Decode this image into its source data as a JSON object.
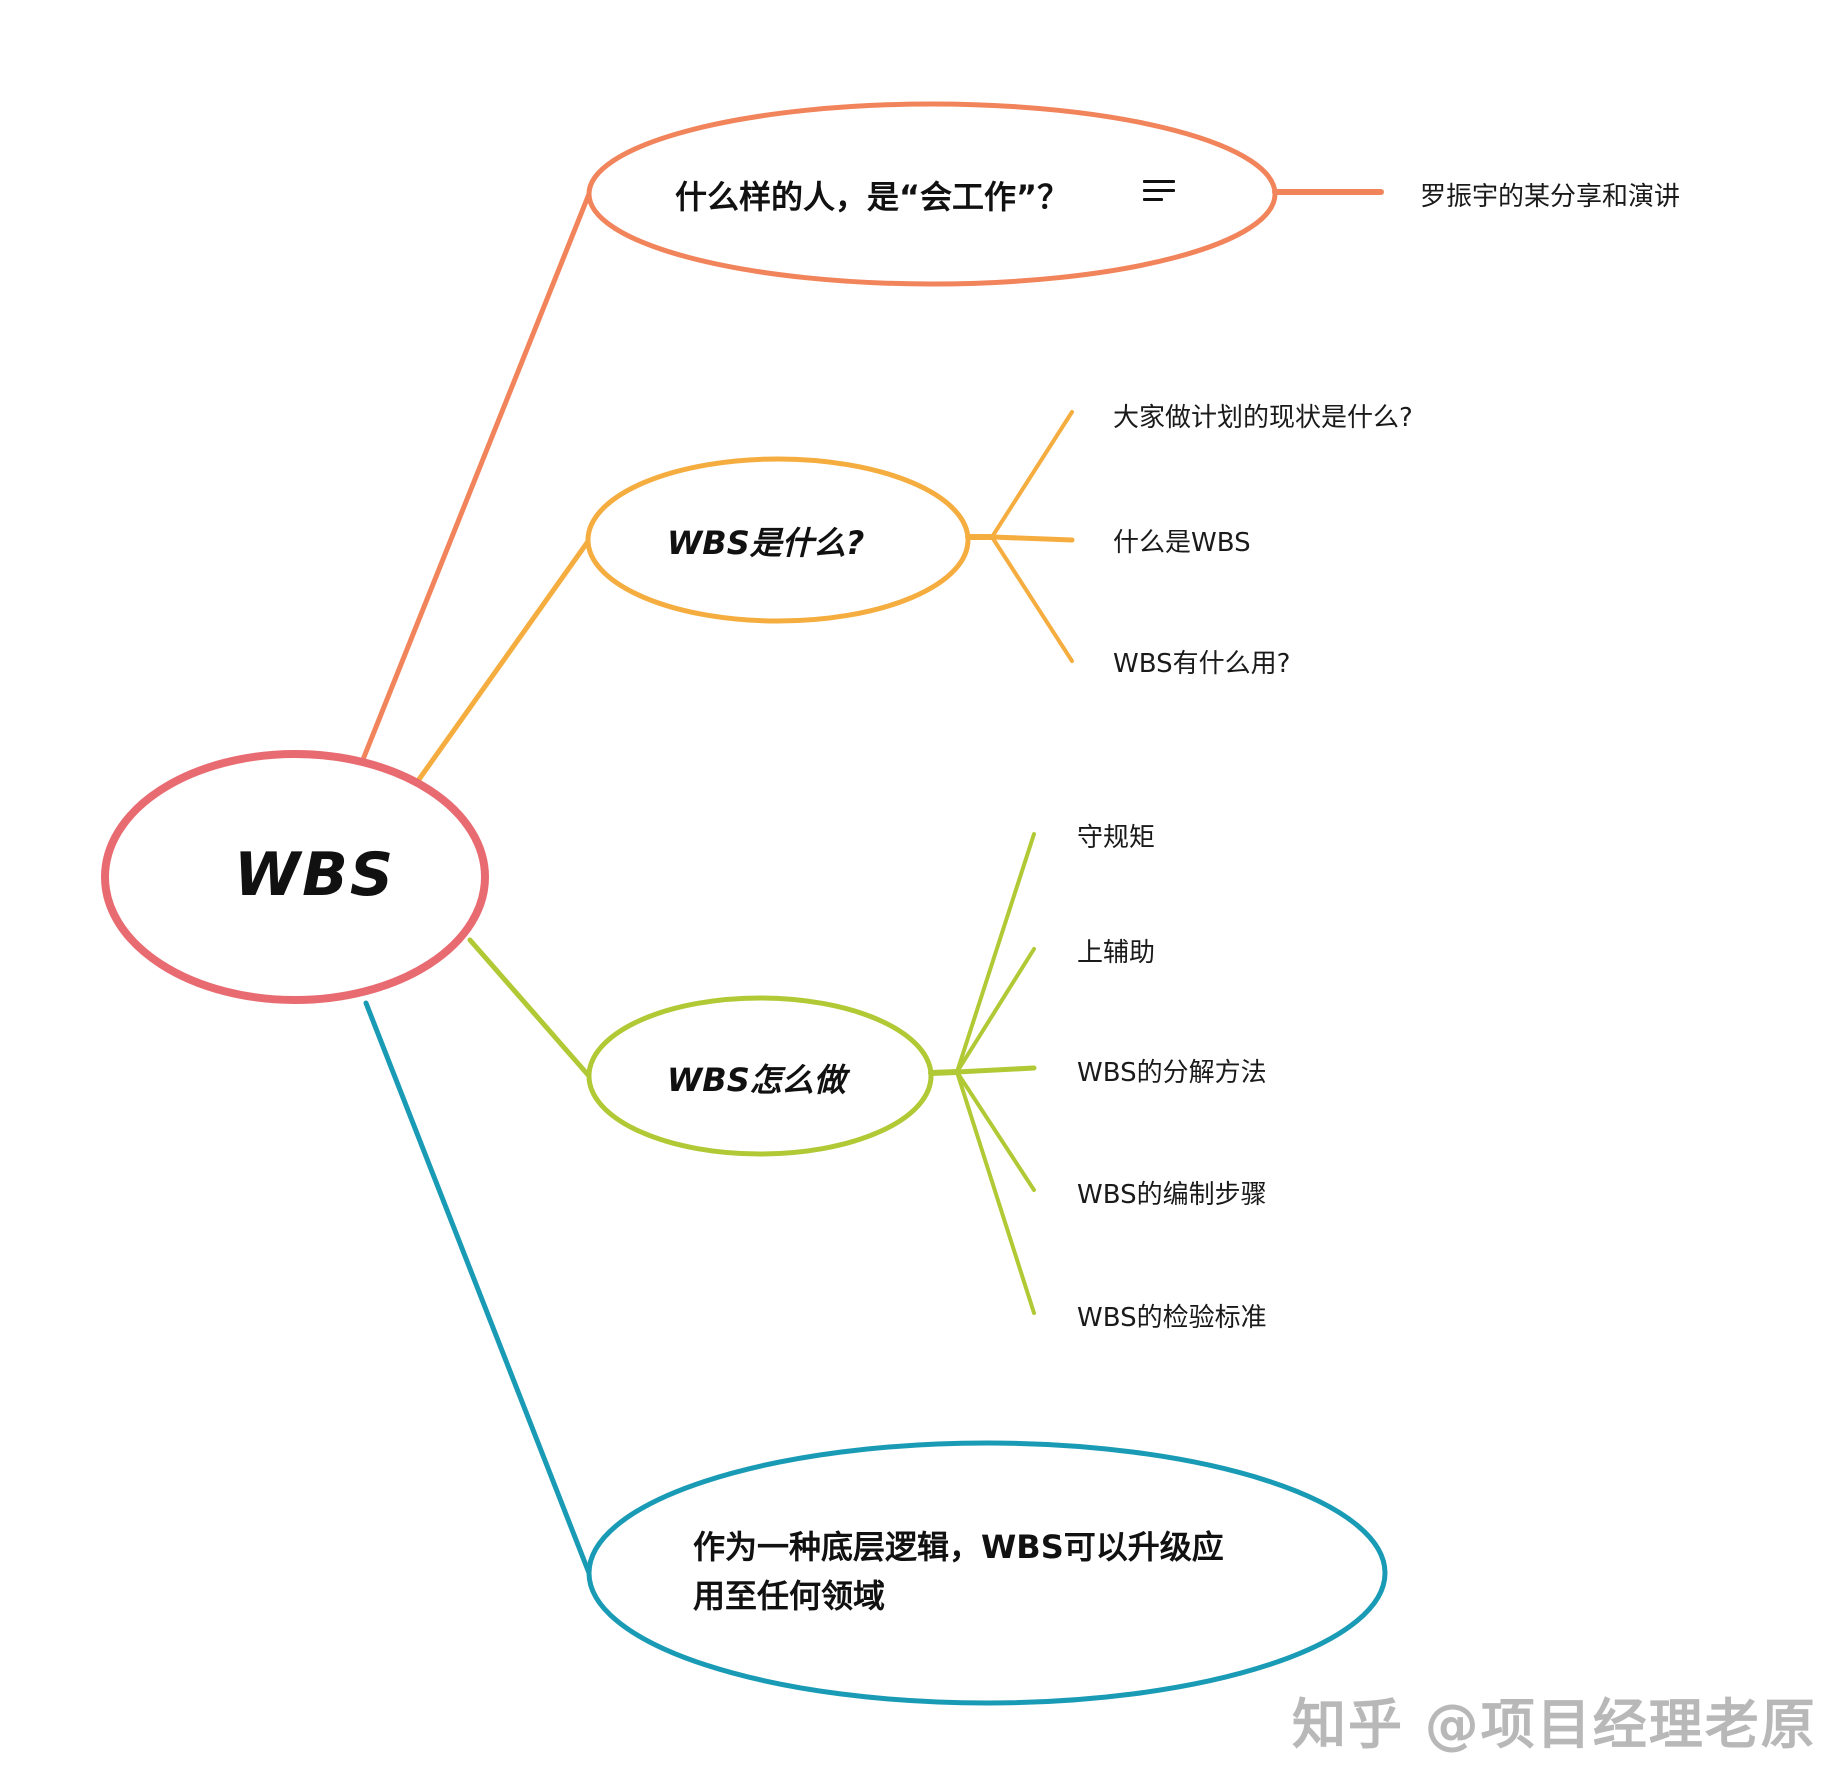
{
  "colors": {
    "root": "#E96B72",
    "branch1": "#F2845C",
    "branch2": "#F5AD3F",
    "branch3": "#B2C936",
    "branch4": "#1A9BB5",
    "text": "#111111",
    "watermark": "#B8B8B8"
  },
  "root": {
    "label": "WBS"
  },
  "branches": [
    {
      "label": "什么样的人，是“会工作”？",
      "has_notes_icon": true,
      "children": [
        "罗振宇的某分享和演讲"
      ]
    },
    {
      "label": "WBS是什么?",
      "children": [
        "大家做计划的现状是什么?",
        "什么是WBS",
        "WBS有什么用?"
      ]
    },
    {
      "label": "WBS怎么做",
      "children": [
        "守规矩",
        "上辅助",
        "WBS的分解方法",
        "WBS的编制步骤",
        "WBS的检验标准"
      ]
    },
    {
      "label": "作为一种底层逻辑，WBS可以升级应用至任何领域",
      "label_line1": "作为一种底层逻辑，WBS可以升级应",
      "label_line2": "用至任何领域",
      "children": []
    }
  ],
  "watermark": "知乎 @项目经理老原"
}
